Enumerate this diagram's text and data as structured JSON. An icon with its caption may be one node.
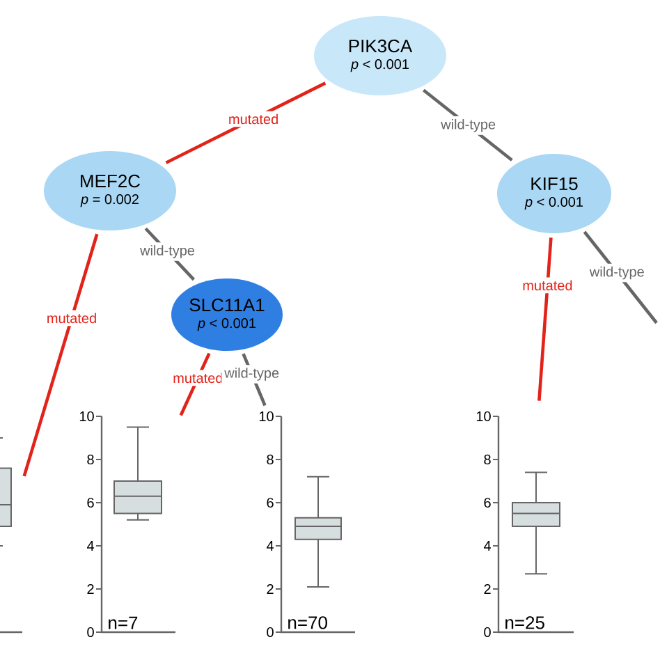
{
  "diagram": {
    "nodes": [
      {
        "text": [
          "PIK3CA",
          "*p* < 0.001"
        ]
      },
      {
        "text": [
          "MEF2C",
          "*p* = 0.002"
        ]
      },
      {
        "text": [
          "KIF15",
          "*p* < 0.001"
        ]
      },
      {
        "text": [
          "SLC11A1",
          "*p* < 0.001"
        ]
      },
      {
        "text": [],
        "shape": "box"
      },
      {
        "text": [
          "n=7"
        ]
      },
      {
        "text": [
          "n=70"
        ]
      },
      {
        "text": [
          "n=25"
        ]
      }
    ],
    "edges": [
      {
        "from": 0,
        "to": 1,
        "arrow": "none",
        "label": "mutated",
        "color": "#e2231a"
      },
      {
        "from": 0,
        "to": 2,
        "arrow": "none",
        "label": "wild-type",
        "color": "#666666"
      },
      {
        "from": 1,
        "to": 4,
        "arrow": "none",
        "label": "mutated",
        "color": "#e2231a"
      },
      {
        "from": 1,
        "to": 3,
        "arrow": "none",
        "label": "wild-type",
        "color": "#666666"
      },
      {
        "from": 2,
        "to": 7,
        "arrow": "none",
        "label": "mutated",
        "color": "#e2231a"
      },
      {
        "from": 2,
        "to": null,
        "arrow": "none",
        "label": "wild-type",
        "color": "#666666"
      },
      {
        "from": 3,
        "to": 5,
        "arrow": "none",
        "label": "mutated",
        "color": "#e2231a"
      },
      {
        "from": 3,
        "to": 6,
        "arrow": "none",
        "label": "wild-type",
        "color": "#666666"
      }
    ],
    "labels": [
      "10",
      "8",
      "6",
      "4",
      "2",
      "0",
      "10",
      "8",
      "6",
      "4",
      "2",
      "0",
      "10",
      "8",
      "6",
      "4",
      "2",
      "0"
    ]
  }
}
